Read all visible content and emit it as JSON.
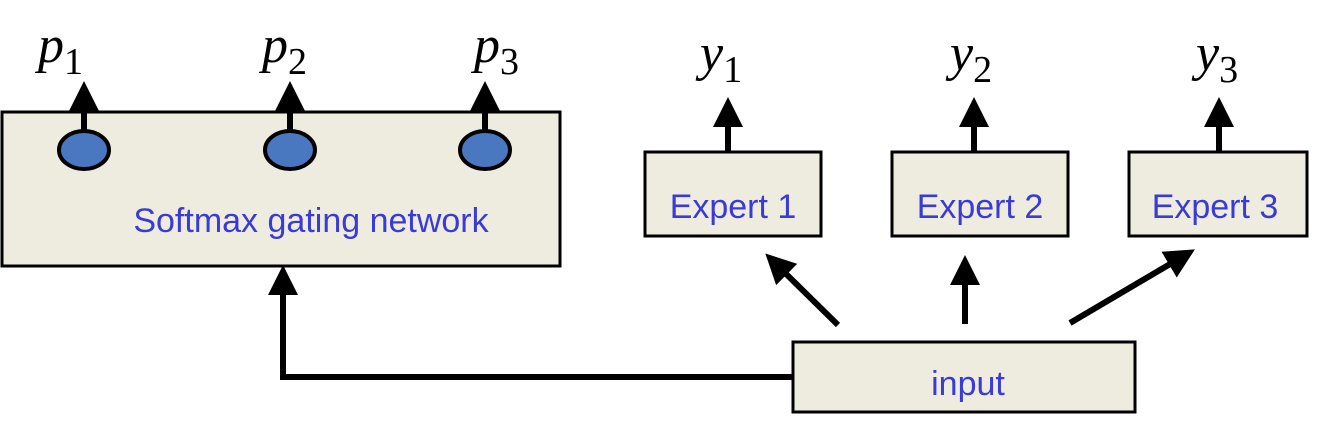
{
  "gating": {
    "label": "Softmax gating network",
    "outputs": [
      {
        "var": "p",
        "sub": "1"
      },
      {
        "var": "p",
        "sub": "2"
      },
      {
        "var": "p",
        "sub": "3"
      }
    ]
  },
  "experts": [
    {
      "label": "Expert 1",
      "output_var": "y",
      "output_sub": "1"
    },
    {
      "label": "Expert 2",
      "output_var": "y",
      "output_sub": "2"
    },
    {
      "label": "Expert 3",
      "output_var": "y",
      "output_sub": "3"
    }
  ],
  "input": {
    "label": "input"
  },
  "colors": {
    "box_fill": "#eeecdf",
    "label_text": "#3a3ad6",
    "node_fill": "#4a78c0"
  }
}
